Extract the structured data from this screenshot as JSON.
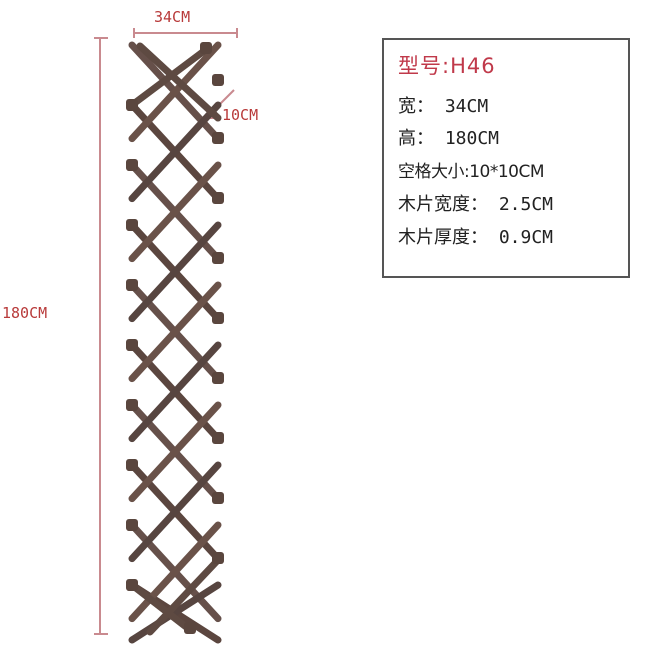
{
  "product": {
    "model_label": "型号:H46",
    "specs": [
      {
        "label": "宽：",
        "value": "34CM",
        "text": "宽： 34CM"
      },
      {
        "label": "高：",
        "value": "180CM",
        "text": "高： 180CM"
      },
      {
        "label": "空格大小:",
        "value": "10*10CM",
        "text": "空格大小:10*10CM"
      },
      {
        "label": "木片宽度：",
        "value": "2.5CM",
        "text": "木片宽度： 2.5CM"
      },
      {
        "label": "木片厚度：",
        "value": "0.9CM",
        "text": "木片厚度： 0.9CM"
      }
    ]
  },
  "dimensions": {
    "width_label": "34CM",
    "gap_label": "10CM",
    "height_label": "180CM"
  },
  "colors": {
    "dimension_line": "#c98a8f",
    "dimension_text": "#b83a3a",
    "wood": "#5e4a42",
    "wood_light": "#7a5f52",
    "title_red": "#c0394a"
  }
}
